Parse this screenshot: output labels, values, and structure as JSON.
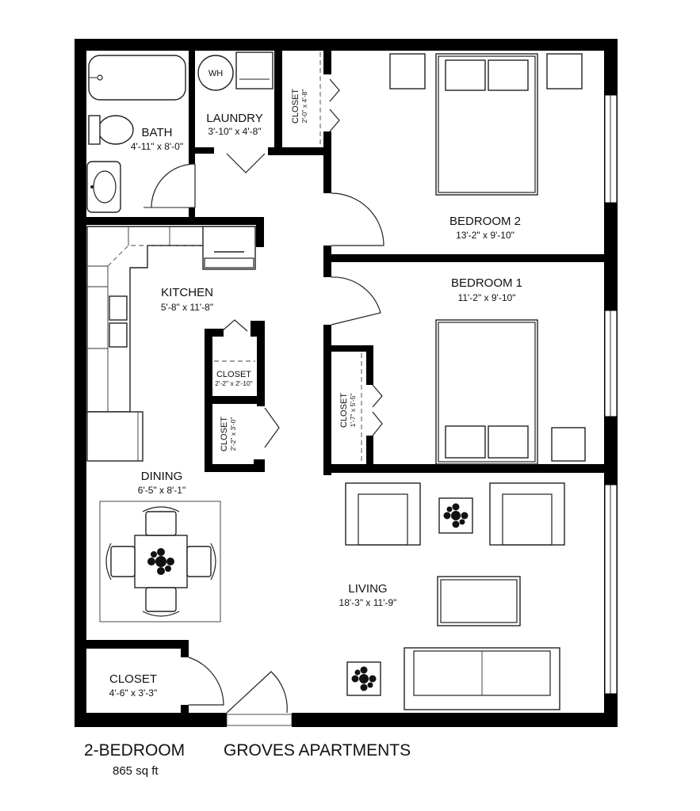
{
  "plan": {
    "title": "2-BEDROOM",
    "complex": "GROVES APARTMENTS",
    "area": "865 sq ft"
  },
  "rooms": {
    "bath": {
      "name": "BATH",
      "size": "4'-11\" x 8'-0\""
    },
    "laundry": {
      "name": "LAUNDRY",
      "size": "3'-10\" x 4'-8\""
    },
    "closet_bedroom2": {
      "name": "CLOSET",
      "size": "2'-0\" x 4'-8\""
    },
    "bedroom2": {
      "name": "BEDROOM 2",
      "size": "13'-2\" x 9'-10\""
    },
    "kitchen": {
      "name": "KITCHEN",
      "size": "5'-8\" x 11'-8\""
    },
    "bedroom1": {
      "name": "BEDROOM 1",
      "size": "11'-2\" x 9'-10\""
    },
    "closet_hall_upper": {
      "name": "CLOSET",
      "size": "2'-2\" x 2'-10\""
    },
    "closet_hall_lower": {
      "name": "CLOSET",
      "size": "2'-2\" x 3'-0\""
    },
    "closet_bedroom1": {
      "name": "CLOSET",
      "size": "1'-7\" x 5'-5\""
    },
    "dining": {
      "name": "DINING",
      "size": "6'-5\" x 8'-1\""
    },
    "living": {
      "name": "LIVING",
      "size": "18'-3\" x 11'-9\""
    },
    "closet_entry": {
      "name": "CLOSET",
      "size": "4'-6\" x 3'-3\""
    }
  },
  "fixtures": {
    "water_heater": "WH"
  }
}
